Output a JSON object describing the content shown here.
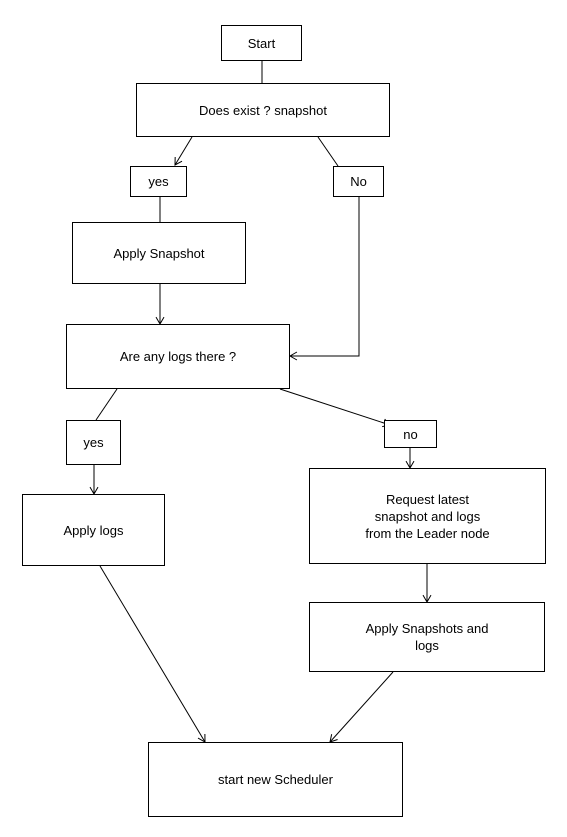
{
  "diagram": {
    "nodes": {
      "start": "Start",
      "snapshot_exists": "Does exist ? snapshot",
      "yes_1": "yes",
      "no_1": "No",
      "apply_snapshot": "Apply Snapshot",
      "logs_there": "Are any logs there ?",
      "yes_2": "yes",
      "no_2": "no",
      "apply_logs": "Apply logs",
      "request_latest": "Request latest\nsnapshot and logs\nfrom the Leader node",
      "apply_snapshots_logs": "Apply Snapshots and\nlogs",
      "start_scheduler": "start new Scheduler"
    },
    "colors": {
      "stroke": "#000000",
      "background": "#ffffff"
    }
  }
}
